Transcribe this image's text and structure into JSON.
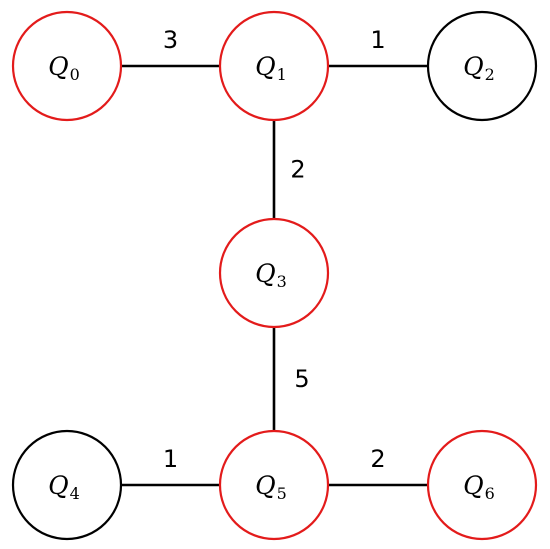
{
  "colors": {
    "selected": "#e31b1b",
    "unselected": "#000000"
  },
  "nodes": [
    {
      "id": "Q0",
      "letter": "Q",
      "sub": "0",
      "highlight": true
    },
    {
      "id": "Q1",
      "letter": "Q",
      "sub": "1",
      "highlight": true
    },
    {
      "id": "Q2",
      "letter": "Q",
      "sub": "2",
      "highlight": false
    },
    {
      "id": "Q3",
      "letter": "Q",
      "sub": "3",
      "highlight": true
    },
    {
      "id": "Q4",
      "letter": "Q",
      "sub": "4",
      "highlight": false
    },
    {
      "id": "Q5",
      "letter": "Q",
      "sub": "5",
      "highlight": true
    },
    {
      "id": "Q6",
      "letter": "Q",
      "sub": "6",
      "highlight": true
    }
  ],
  "edges": [
    {
      "from": "Q0",
      "to": "Q1",
      "weight": "3"
    },
    {
      "from": "Q1",
      "to": "Q2",
      "weight": "1"
    },
    {
      "from": "Q1",
      "to": "Q3",
      "weight": "2"
    },
    {
      "from": "Q3",
      "to": "Q5",
      "weight": "5"
    },
    {
      "from": "Q4",
      "to": "Q5",
      "weight": "1"
    },
    {
      "from": "Q5",
      "to": "Q6",
      "weight": "2"
    }
  ]
}
